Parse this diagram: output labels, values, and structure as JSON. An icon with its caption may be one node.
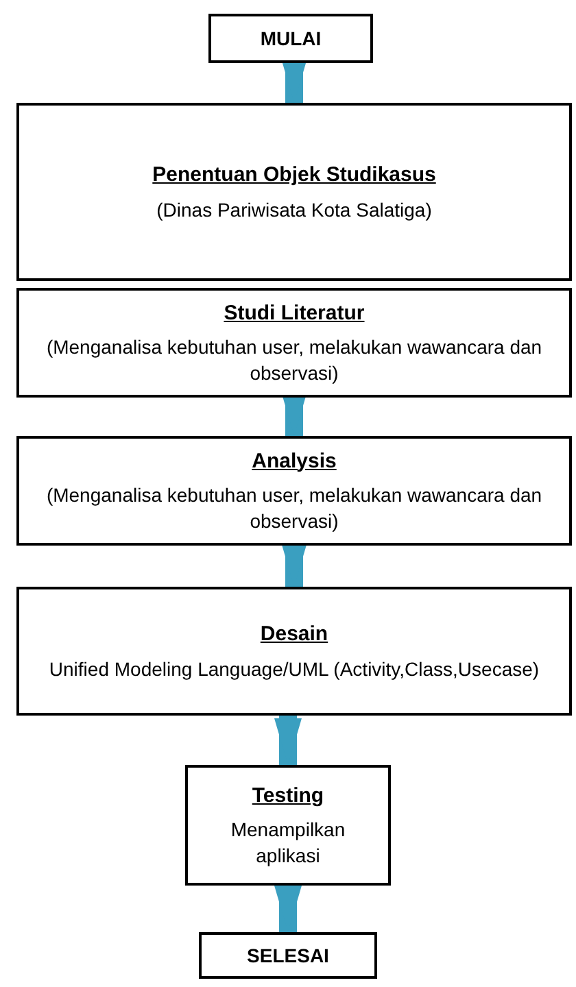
{
  "diagram": {
    "nodes": [
      {
        "text": [
          "MULAI"
        ]
      },
      {
        "text": [
          "Penentuan Objek Studikasus",
          "(Dinas Pariwisata Kota Salatiga)"
        ]
      },
      {
        "text": [
          "Studi Literatur",
          "(Menganalisa kebutuhan user, melakukan wawancara dan observasi)"
        ]
      },
      {
        "text": [
          "Analysis",
          "(Menganalisa kebutuhan user, melakukan wawancara dan observasi)"
        ]
      },
      {
        "text": [
          "Desain",
          "Unified Modeling Language/UML (Activity,Class,Usecase)"
        ]
      },
      {
        "text": [
          "Testing",
          "Menampilkan aplikasi"
        ]
      },
      {
        "text": [
          "SELESAI"
        ]
      }
    ],
    "edges": [
      {
        "from": 0,
        "to": 1,
        "arrow": "to"
      },
      {
        "from": 2,
        "to": 3,
        "arrow": "to"
      },
      {
        "from": 3,
        "to": 4,
        "arrow": "to"
      },
      {
        "from": 4,
        "to": 5,
        "arrow": "to"
      },
      {
        "from": 5,
        "to": 6,
        "arrow": "to"
      }
    ]
  }
}
